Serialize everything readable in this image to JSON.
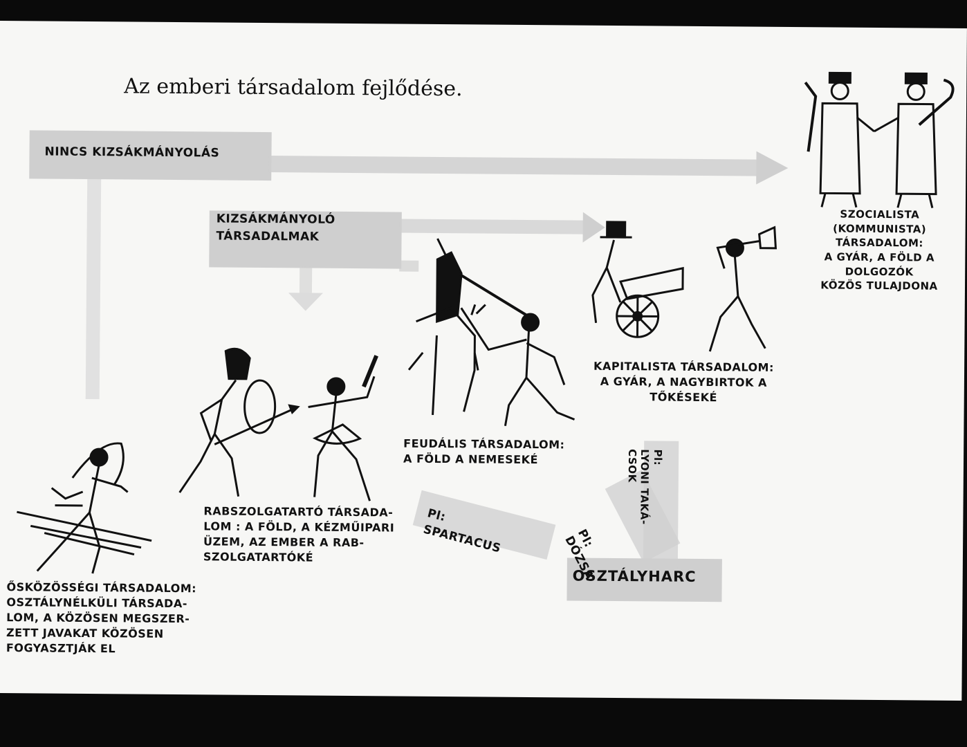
{
  "title": "Az emberi társadalom fejlődése.",
  "band_labels": {
    "no_exploitation": "NINCS KIZSÁKMÁNYOLÁS",
    "exploiting_societies": "KIZSÁKMÁNYOLÓ\nTÁRSADALMAK"
  },
  "stages": {
    "primitive": "ŐSKÖZÖSSÉGI TÁRSADALOM:\nOSZTÁLYNÉLKÜLI TÁRSADA-\nLOM, A KÖZÖSEN MEGSZER-\nZETT JAVAKAT KÖZÖSEN\nFOGYASZTJÁK EL",
    "slavery": "RABSZOLGATARTÓ TÁRSADA-\nLOM : A FÖLD, A KÉZMŰIPARI\nÜZEM, AZ EMBER A RAB-\nSZOLGATARTÓKÉ",
    "feudal": "FEUDÁLIS TÁRSADALOM:\nA FÖLD A NEMESEKÉ",
    "capitalist": "KAPITALISTA TÁRSADALOM:\nA GYÁR, A NAGYBIRTOK A\nTŐKÉSEKÉ",
    "socialist": "SZOCIALISTA (KOMMUNISTA)\nTÁRSADALOM:\nA GYÁR, A FÖLD A DOLGOZÓK\nKÖZÖS TULAJDONA"
  },
  "class_struggle": {
    "label": "OSZTÁLYHARC",
    "examples": [
      {
        "prefix": "Pl:",
        "name": "SPARTACUS"
      },
      {
        "prefix": "Pl:",
        "name": "DÓZSA"
      },
      {
        "prefix": "Pl:",
        "name": "LYONI TAKÁ-\nCSOK"
      }
    ]
  },
  "colors": {
    "band": "#cfcfcf",
    "ink": "#111111",
    "paper": "#f7f7f5",
    "frame": "#0a0a0a"
  }
}
